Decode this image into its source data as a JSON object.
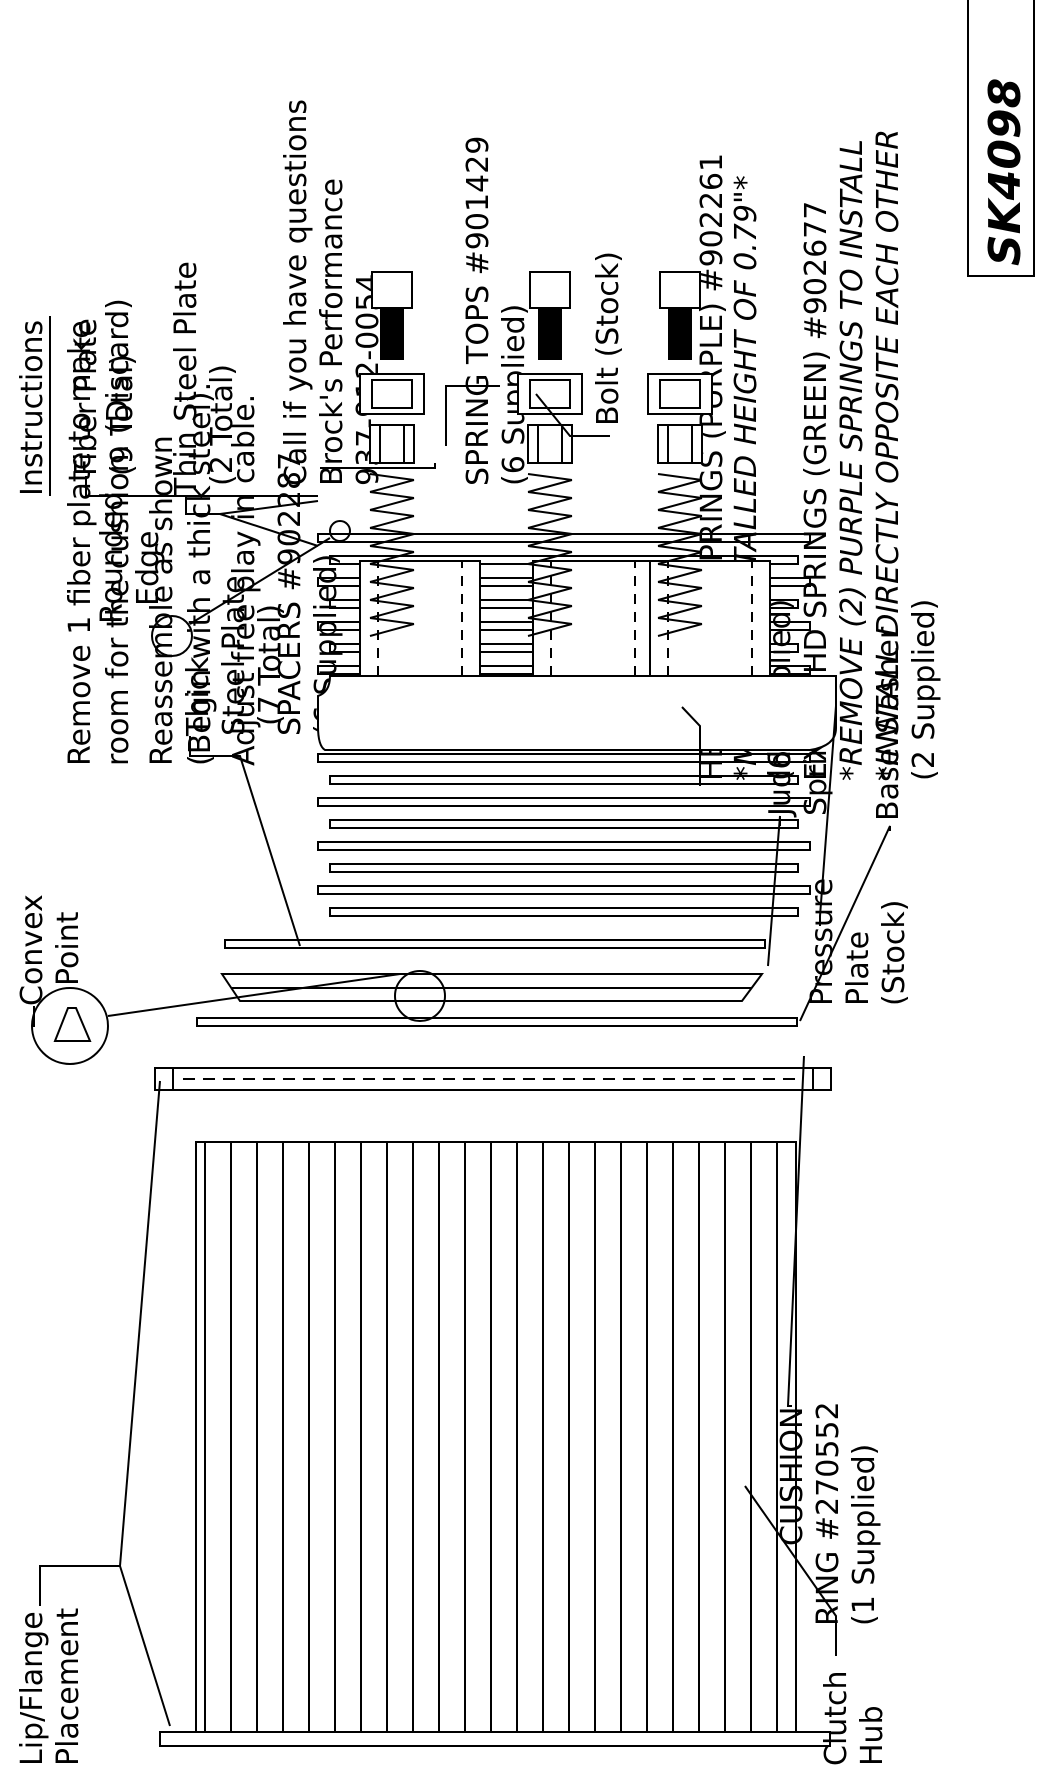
{
  "instructions": {
    "heading": "Instructions",
    "step1_line1": "Remove 1 fiber plate to make",
    "step1_line2": "room for the cushion. (Discard)",
    "step2_line1": "Reassemble as shown",
    "step2_line2": "(Begin with a thick steel).",
    "step3": "Adjust free play in cable.",
    "contact_line1": "Call if you have questions",
    "contact_line2": "Brock's Performance",
    "contact_line3": "937-912-0054"
  },
  "labels": {
    "spring_tops_line1": "SPRING TOPS #901429",
    "spring_tops_line2": "(6 Supplied)",
    "bolt": "Bolt (Stock)",
    "heavy_line1": "HEAVY DUTY SPRINGS (PURPLE) #902261",
    "heavy_line2": "*MINIMUM INSTALLED HEIGHT OF 0.79\"*",
    "heavy_line3": "(6 Supplied)",
    "extra_line1": "EXTRA HD SPRINGS (GREEN) #902677",
    "extra_line2": "*REMOVE (2) PURPLE SPRINGS TO INSTALL",
    "extra_line3": "*INSTALL DIRECTLY OPPOSITE EACH OTHER",
    "extra_line4": "(2 Supplied)",
    "spacers_line1": "SPACERS #902287",
    "spacers_line2": "(6 Supplied)",
    "thin_steel_line1": "Thin Steel Plate",
    "thin_steel_line2": "(2 Total)",
    "fiber_line1": "Fiber Plate",
    "fiber_line2": "(9 Total)",
    "pressure_line1": "Pressure",
    "pressure_line2": "Plate",
    "pressure_line3": "(Stock)",
    "rounded_line1": "Rounded",
    "rounded_line2": "Edge",
    "thick_steel_line1": "Thick",
    "thick_steel_line2": "Steel Plate",
    "thick_steel_line3": "(7 Total)",
    "judder_line1": "Judder",
    "judder_line2": "Spring",
    "base_washer": "Base Washer",
    "convex_line1": "Convex",
    "convex_line2": "Point",
    "cushion_line1": "CUSHION",
    "cushion_line2": "RING #270552",
    "cushion_line3": "(1 Supplied)",
    "lip_line1": "Lip/Flange",
    "lip_line2": "Placement",
    "hub_line1": "Clutch",
    "hub_line2": "Hub",
    "part_number": "SK4098"
  }
}
